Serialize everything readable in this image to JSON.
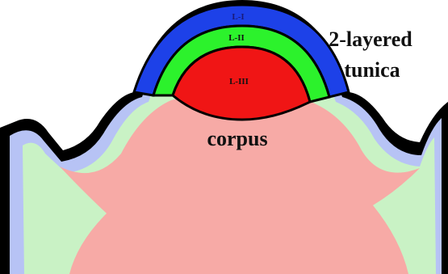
{
  "diagram": {
    "layer_labels": {
      "l1": "L-I",
      "l2": "L-II",
      "l3": "L-III"
    },
    "tunica_label_line1": "2-layered",
    "tunica_label_line2": "tunica",
    "corpus_label": "corpus"
  },
  "colors": {
    "background": "#ffffff",
    "outline": "#000000",
    "outer_band": "#b7c3f5",
    "inner_band": "#c9f2c5",
    "corpus_fill": "#f7aaa6",
    "layer_l1": "#1d41e8",
    "layer_l2": "#2cf22c",
    "layer_l3": "#f01515",
    "label_dark": "#111111",
    "label_l1": "#1a1a7a"
  }
}
